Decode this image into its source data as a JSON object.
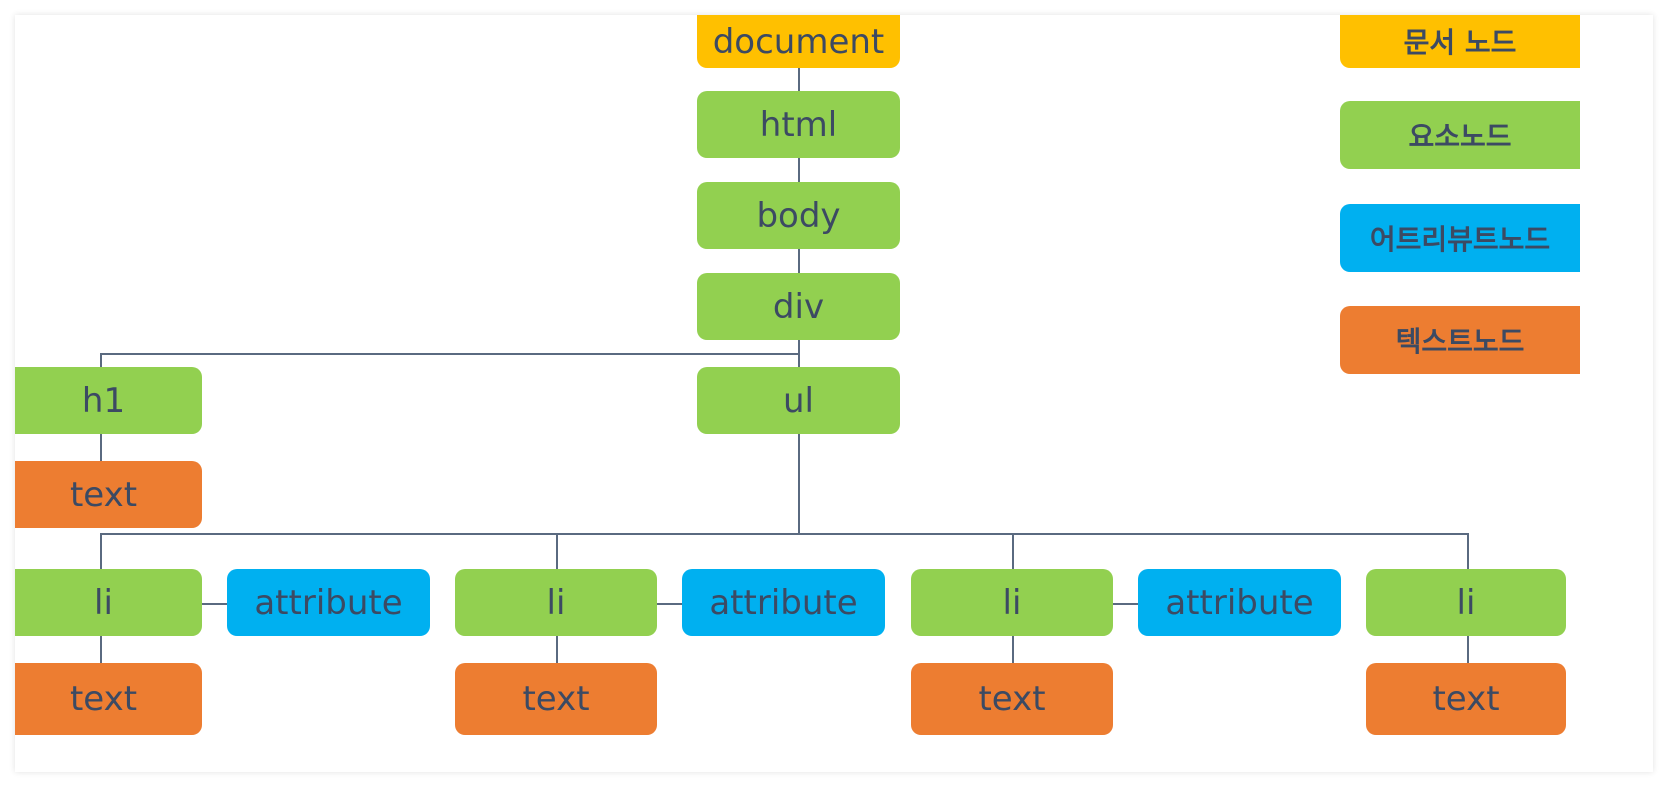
{
  "colors": {
    "document": "#FFC000",
    "element": "#92D050",
    "attribute": "#00B0F0",
    "text": "#ED7D31",
    "line": "#5A6A80",
    "label": "#3C4A63"
  },
  "nodes": {
    "document": "document",
    "html": "html",
    "body": "body",
    "div": "div",
    "h1": "h1",
    "h1_text": "text",
    "ul": "ul",
    "li": [
      "li",
      "li",
      "li",
      "li"
    ],
    "attribute": [
      "attribute",
      "attribute",
      "attribute"
    ],
    "li_text": [
      "text",
      "text",
      "text",
      "text"
    ]
  },
  "legend": {
    "document_node": "문서 노드",
    "element_node": "요소노드",
    "attribute_node": "어트리뷰트노드",
    "text_node": "텍스트노드"
  }
}
